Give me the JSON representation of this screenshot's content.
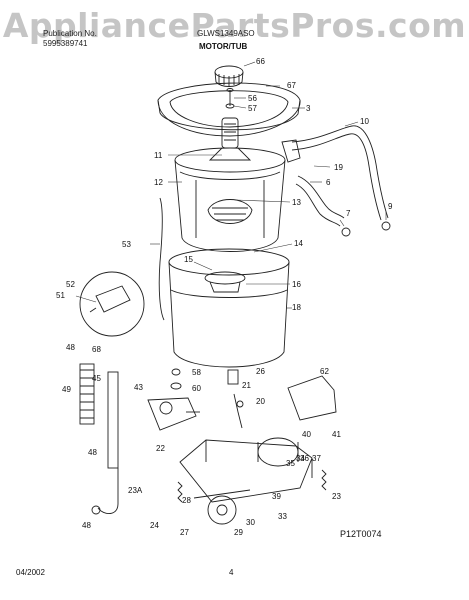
{
  "header": {
    "pub_label": "Publication No.",
    "pub_number": "5995389741",
    "model": "GLWS1349ASO",
    "section": "MOTOR/TUB"
  },
  "watermark": "AppliancePartsPros.com",
  "drawing_code": "P12T0074",
  "footer": {
    "date": "04/2002",
    "page": "4"
  },
  "callouts": [
    "66",
    "67",
    "56",
    "57",
    "3",
    "10",
    "11",
    "19",
    "6",
    "12",
    "13",
    "7",
    "9",
    "53",
    "14",
    "15",
    "16",
    "18",
    "52",
    "51",
    "48",
    "68",
    "45",
    "49",
    "58",
    "26",
    "60",
    "21",
    "43",
    "20",
    "62",
    "40",
    "41",
    "22",
    "34",
    "35",
    "36",
    "37",
    "23A",
    "39",
    "23",
    "28",
    "33",
    "24",
    "27",
    "29",
    "30",
    "48",
    "48"
  ]
}
